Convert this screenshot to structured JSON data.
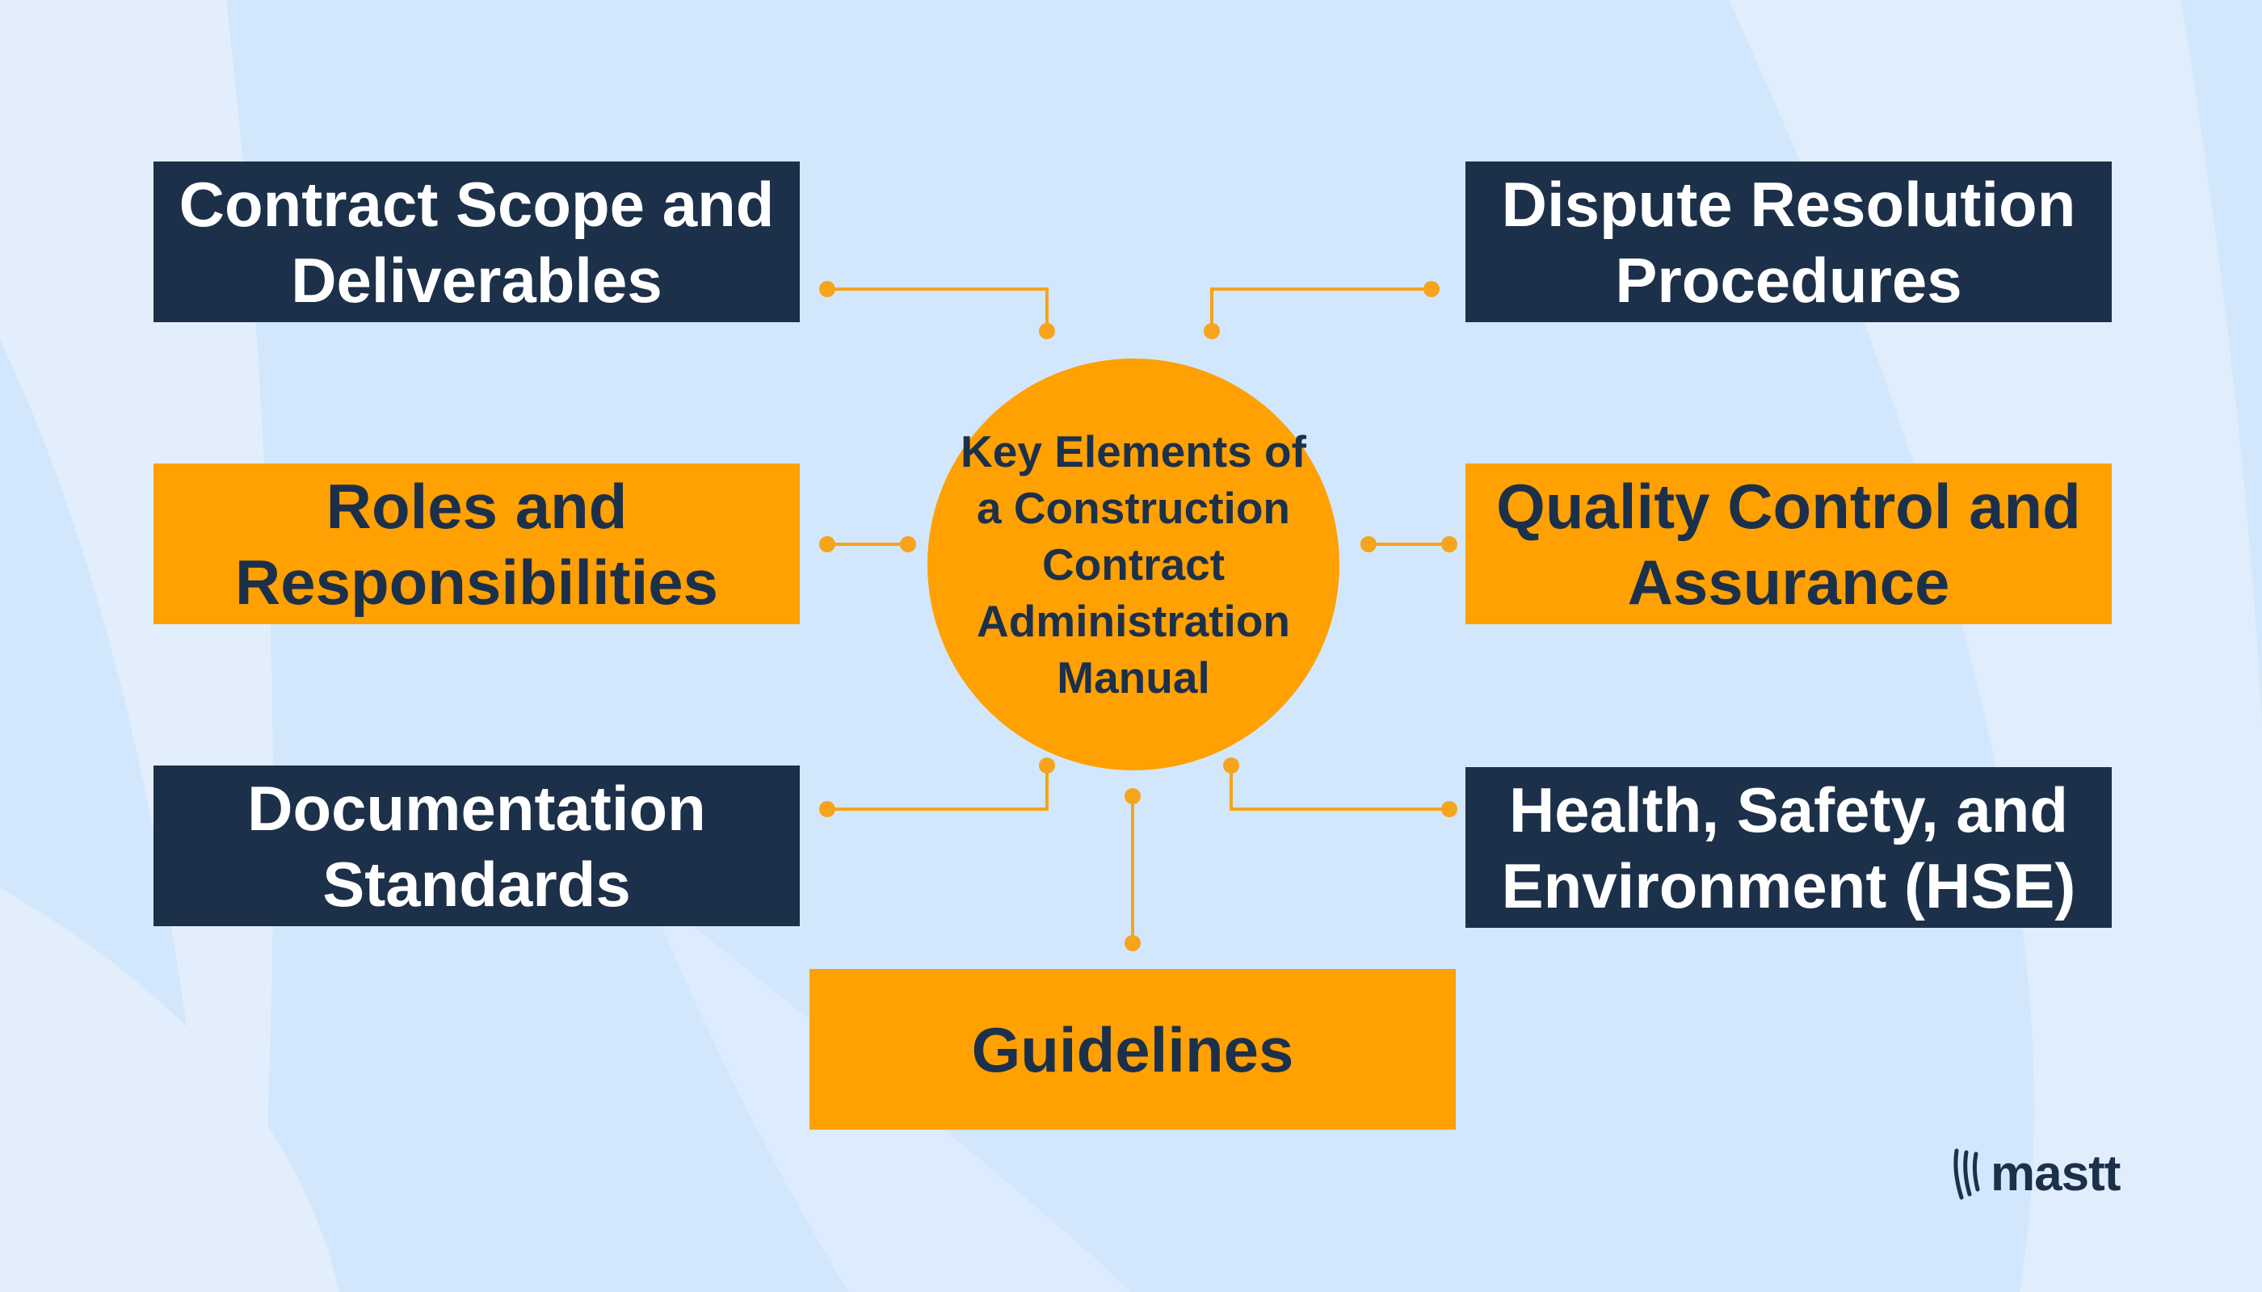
{
  "center": {
    "label": "Key Elements of a Construction Contract Administration Manual"
  },
  "elements": {
    "contract_scope": "Contract Scope and Deliverables",
    "dispute_resolution": "Dispute Resolution Procedures",
    "roles": "Roles and Responsibilities",
    "quality_control": "Quality Control and Assurance",
    "documentation": "Documentation Standards",
    "hse": "Health, Safety, and Environment (HSE)",
    "guidelines": "Guidelines"
  },
  "brand": {
    "name": "mastt"
  },
  "colors": {
    "background": "#d2e7fc",
    "navy": "#1c304a",
    "orange": "#ffa003",
    "connector": "#f5a41c"
  },
  "icons": {
    "logo": "mastt-logo-icon"
  }
}
